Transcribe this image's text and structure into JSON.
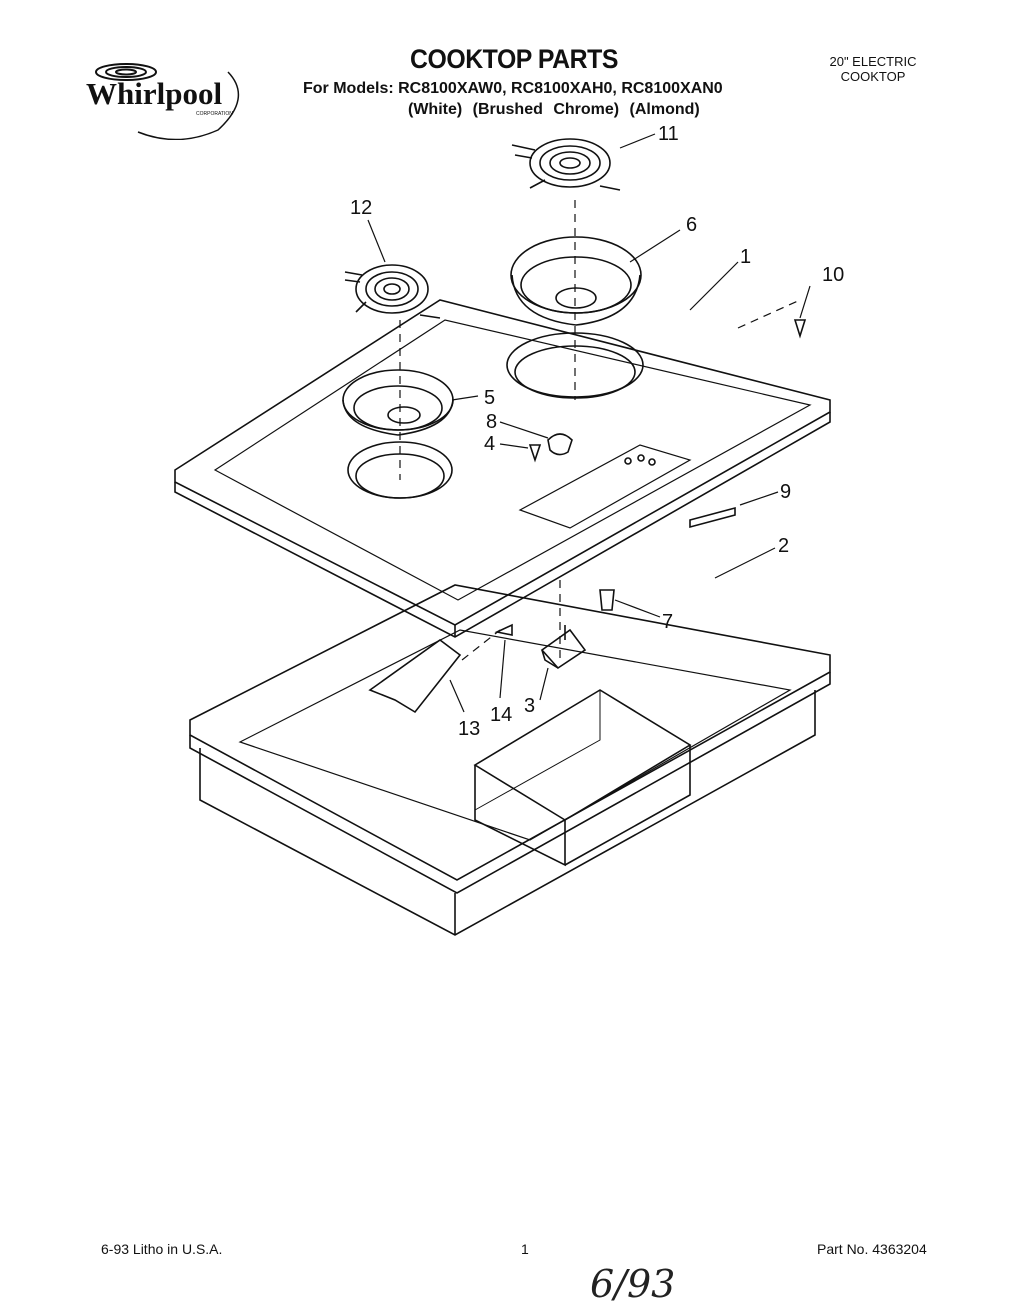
{
  "header": {
    "brand": "Whirlpool",
    "brand_sub": "CORPORATION",
    "title": "COOKTOP PARTS",
    "models_line": "For Models: RC8100XAW0, RC8100XAH0, RC8100XAN0",
    "colors_line": "(White)  (Brushed Chrome)  (Almond)",
    "product_line1": "20\" ELECTRIC",
    "product_line2": "COOKTOP"
  },
  "diagram": {
    "callouts": [
      "1",
      "2",
      "3",
      "4",
      "5",
      "6",
      "7",
      "8",
      "9",
      "10",
      "11",
      "12",
      "13",
      "14"
    ]
  },
  "footer": {
    "left": "6-93  Litho in U.S.A.",
    "page": "1",
    "right": "Part No. 4363204",
    "handwritten": "6/93"
  }
}
